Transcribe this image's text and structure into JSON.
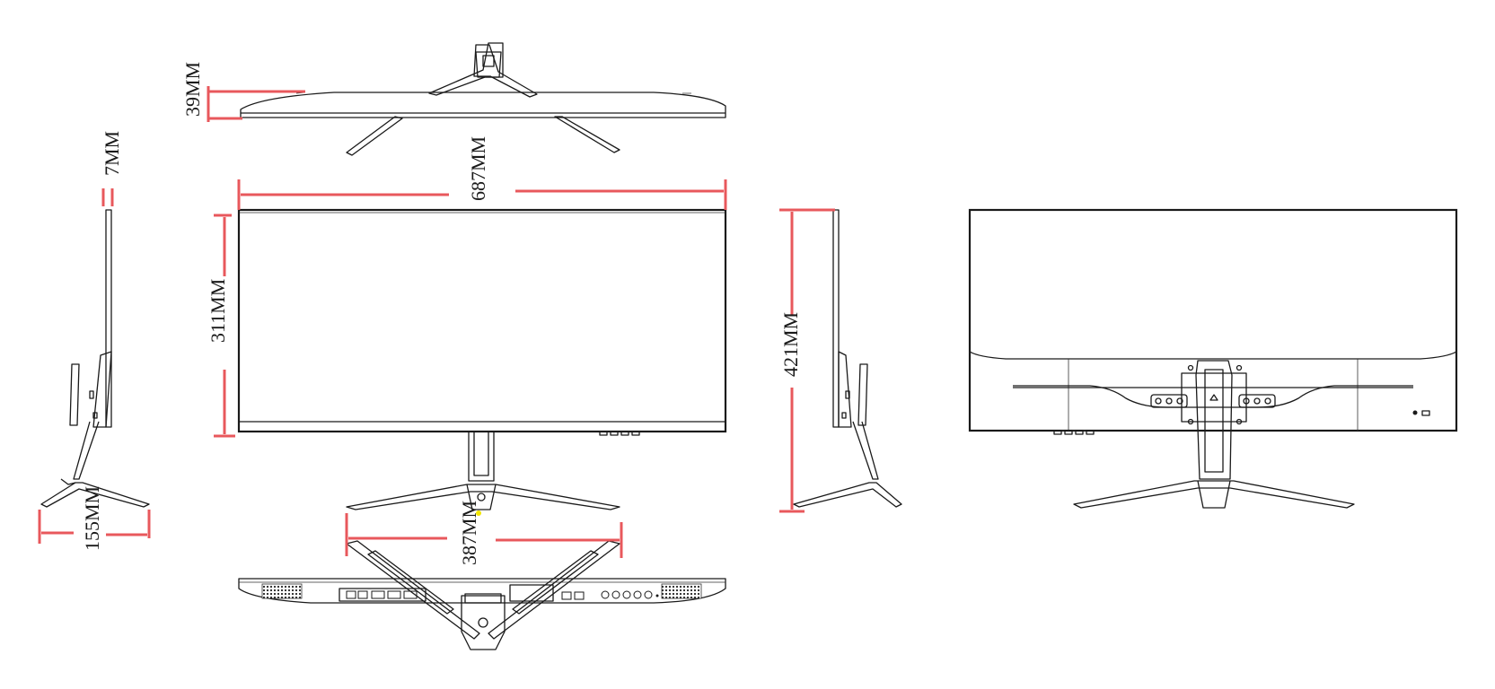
{
  "dimensions": {
    "depth_panel": "39MM",
    "panel_thickness": "7MM",
    "width": "687MM",
    "screen_height": "311MM",
    "total_height": "421MM",
    "base_depth": "155MM",
    "base_width": "387MM"
  },
  "colors": {
    "dimension_line": "#e8585c",
    "outline": "#1a1a1a",
    "highlight": "#f2e600"
  }
}
